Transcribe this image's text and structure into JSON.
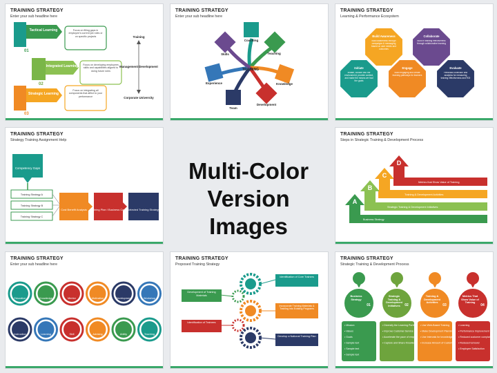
{
  "center": {
    "line1": "Multi-Color",
    "line2": "Version Images"
  },
  "colors": {
    "green": "#3a9a4f",
    "teal": "#1a9b8c",
    "orange": "#f08a24",
    "navy": "#2b3a67",
    "red": "#c8302d",
    "blue": "#3577b8",
    "purple": "#6b4a8f"
  },
  "slides": {
    "s1": {
      "title": "TRAINING STRATEGY",
      "subtitle": "Enter your sub headline here",
      "arrows": [
        "Tactical Learning",
        "Integrated Learning",
        "Strategic Learning"
      ],
      "nums": [
        "01",
        "02",
        "03"
      ],
      "boxes": [
        "Focus on filling gaps in employee's current job roles or on specific projects",
        "Focus on developing employees skills and capabilities aligned to doing future roles",
        "Focus on integrating all components that affect to your performance"
      ],
      "axis": {
        "top": "Training",
        "mid": "Management Development",
        "bottom": "Corporate University"
      }
    },
    "s2": {
      "title": "TRAINING STRATEGY",
      "subtitle": "Enter your sub headline here",
      "center": "TRAINING",
      "petals": [
        "Coaching",
        "Teaching",
        "Knowledge",
        "Development",
        "Team",
        "Experience",
        "Skills"
      ]
    },
    "s3": {
      "title": "TRAINING STRATEGY",
      "subtitle": "Learning & Performance Ecosystem",
      "octagons": [
        {
          "head": "Build Awareness",
          "body": "Build awareness through campaigns & messaging based on user needs and outcomes"
        },
        {
          "head": "Collaborate",
          "body": "Build in training effectiveness through collaborative learning"
        },
        {
          "head": "Initiate",
          "body": "Initiate, custom into the environment, provide context, and make the means we had the goals"
        },
        {
          "head": "Engage",
          "body": "Build engaging and create learning pathways for learners"
        },
        {
          "head": "Evaluate",
          "body": "Feedback collection and analytics for measuring training effectiveness and ROI"
        }
      ]
    },
    "s4": {
      "title": "TRAINING STRATEGY",
      "subtitle": "Strategy Training Assignment Help",
      "gaps": "Competency Gaps",
      "options": [
        "Training Strategy A",
        "Training Strategy B",
        "Training Strategy C"
      ],
      "steps": [
        "Cost Benefit Analysis",
        "Training Plan / Business Case",
        "Selected Training Strategy"
      ]
    },
    "s5": {
      "title": "TRAINING STRATEGY",
      "subtitle": "Steps in Strategic Training & Development Process",
      "letters": [
        "A",
        "B",
        "C",
        "D"
      ],
      "labels": [
        "Business Strategy",
        "Strategic Training & Development Initiatives",
        "Training & Development Activities",
        "Metrics that Show Value of Training"
      ]
    },
    "s6": {
      "title": "TRAINING STRATEGY",
      "subtitle": "Enter your sub headline here",
      "row1": [
        "Education",
        "Knowledge",
        "Mentor",
        "Motivation",
        "Development",
        "Workshop"
      ],
      "row2": [
        "Instruction",
        "Learning",
        "Skill",
        "Advising",
        "Ability",
        "Teaching"
      ]
    },
    "s7": {
      "title": "TRAINING STRATEGY",
      "subtitle": "Proposed Training Strategy",
      "left": [
        "Development of Training Materials",
        "Identification of Trainees"
      ],
      "right": [
        "Identification of Core Trainers",
        "Incorporate Training Materials & Training into Existing Programs",
        "Develop a National Training Plan"
      ]
    },
    "s8": {
      "title": "TRAINING STRATEGY",
      "subtitle": "Strategic Training & Development Process",
      "heads": [
        "Business Strategy",
        "Strategic Training & Development Initiatives",
        "Training & Development Activities",
        "Metrics That Show Value of Training"
      ],
      "nums": [
        "01",
        "02",
        "03",
        "04"
      ],
      "c1": [
        "Mission",
        "Values",
        "Goals",
        "Sample text",
        "Sample text",
        "Sample text"
      ],
      "c2": [
        "Diversify the Learning Portfolio",
        "Improve Customer Service",
        "Accelerate the pace of employee learning",
        "Capture and Share Knowledge"
      ],
      "c3": [
        "Use Web-Based Training",
        "Make Development Planning Mandatory",
        "Use Intervals for knowledge sharing",
        "Increase Amount of Customer Service Training"
      ],
      "c4": [
        "Learning",
        "Performance Improvement",
        "Reduced customer complaints",
        "Reduced turnover",
        "Employee Satisfaction"
      ]
    }
  }
}
